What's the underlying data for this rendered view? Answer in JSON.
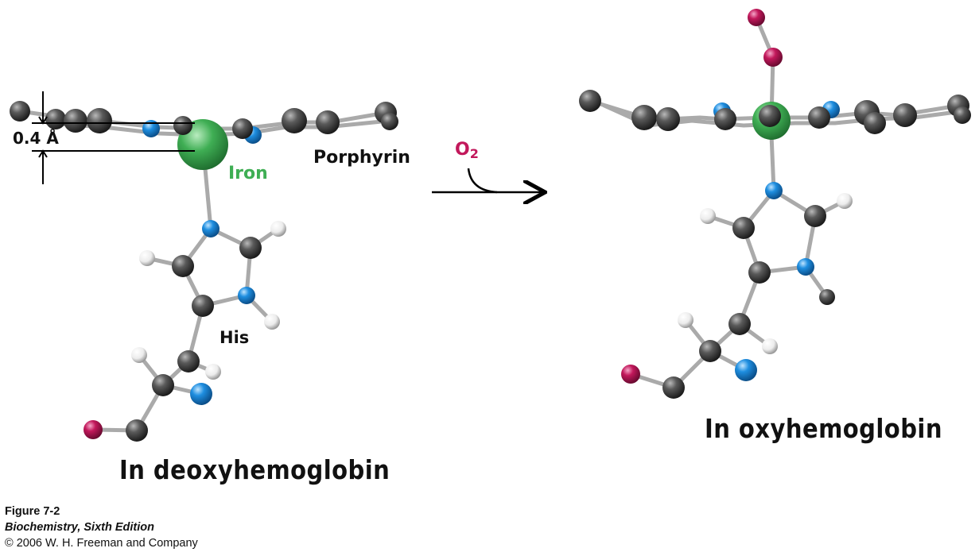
{
  "labels": {
    "distance": "0.4 Å",
    "iron": "Iron",
    "porphyrin": "Porphyrin",
    "o2_base": "O",
    "o2_sub": "2",
    "his": "His"
  },
  "titles": {
    "deoxy": "In deoxyhemoglobin",
    "oxy": "In oxyhemoglobin"
  },
  "caption": {
    "figure": "Figure 7-2",
    "book": "Biochemistry, Sixth Edition",
    "copyright": "© 2006 W. H. Freeman and Company"
  },
  "colors": {
    "iron": "#3fae54",
    "oxygen": "#c2185b",
    "nitrogen": "#1e8ee0",
    "carbon": "#4a4a4a",
    "hydrogen": "#f2f2f2",
    "bond": "#b8b8b8",
    "o2_label": "#c2185b"
  }
}
